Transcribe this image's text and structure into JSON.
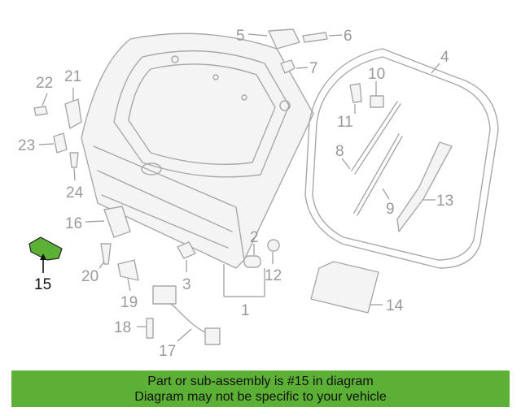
{
  "diagram": {
    "highlighted_part": "15",
    "highlight_color": "#5cb035",
    "callouts": [
      "1",
      "2",
      "3",
      "4",
      "5",
      "6",
      "7",
      "8",
      "9",
      "10",
      "11",
      "12",
      "13",
      "14",
      "15",
      "16",
      "17",
      "18",
      "19",
      "20",
      "21",
      "22",
      "23",
      "24"
    ]
  },
  "banner": {
    "line1": "Part or sub-assembly is #15 in diagram",
    "line2": "Diagram may not be specific to your vehicle",
    "color": "#5cb035"
  }
}
